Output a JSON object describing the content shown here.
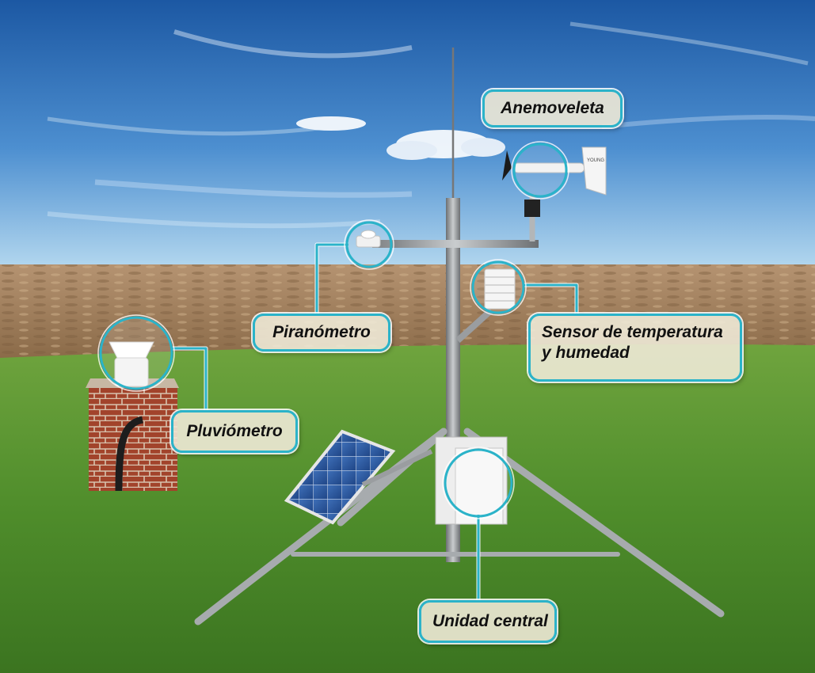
{
  "labels": {
    "anemoveleta": "Anemoveleta",
    "piranometro": "Piranómetro",
    "sensor_line1": "Sensor de temperatura",
    "sensor_line2": "y humedad",
    "pluviometro": "Pluviómetro",
    "unidad_central": "Unidad central"
  },
  "instrument_text": {
    "wind_vane_brand": "YOUNG"
  },
  "colors": {
    "callout_outline": "#2bb3c9",
    "label_background": "#eee9d6",
    "sky_top": "#1f5fa8",
    "sky_bottom": "#a9d3ee",
    "field_soil": "#9c7a55",
    "grass": "#4f8f2f"
  }
}
